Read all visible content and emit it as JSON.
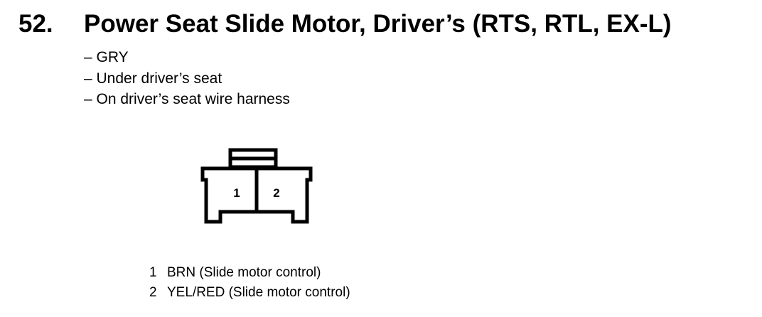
{
  "heading": {
    "number": "52.",
    "title": "Power Seat Slide Motor, Driver’s (RTS, RTL, EX-L)"
  },
  "details": [
    "– GRY",
    "– Under driver’s seat",
    "– On driver’s seat wire harness"
  ],
  "connector": {
    "terminal_labels": [
      "1",
      "2"
    ]
  },
  "pins": [
    {
      "number": "1",
      "description": "BRN (Slide motor control)"
    },
    {
      "number": "2",
      "description": "YEL/RED (Slide motor control)"
    }
  ]
}
